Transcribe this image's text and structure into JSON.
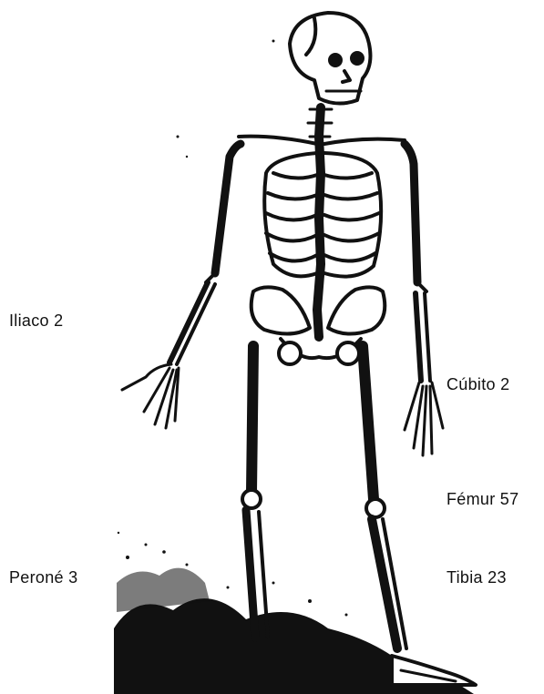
{
  "labels": {
    "iliaco": "Iliaco 2",
    "cubito": "Cúbito 2",
    "femur": "Fémur 57",
    "perone": "Peroné 3",
    "tibia": "Tibia 23"
  },
  "colors": {
    "ink": "#111111",
    "background": "#ffffff"
  }
}
